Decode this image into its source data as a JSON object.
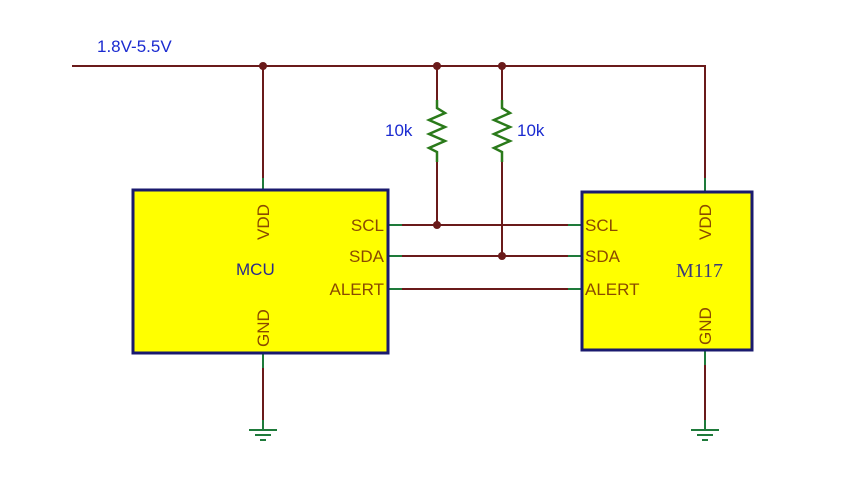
{
  "supply_label": "1.8V-5.5V",
  "resistors": [
    {
      "value": "10k"
    },
    {
      "value": "10k"
    }
  ],
  "mcu": {
    "name": "MCU",
    "pins": {
      "vdd": "VDD",
      "gnd": "GND",
      "scl": "SCL",
      "sda": "SDA",
      "alert": "ALERT"
    }
  },
  "sensor": {
    "name": "M117",
    "pins": {
      "vdd": "VDD",
      "gnd": "GND",
      "scl": "SCL",
      "sda": "SDA",
      "alert": "ALERT"
    }
  },
  "colors": {
    "chip_fill": "#ffff00",
    "wire": "#6a1a1a",
    "label_blue": "#1a2ad0"
  }
}
